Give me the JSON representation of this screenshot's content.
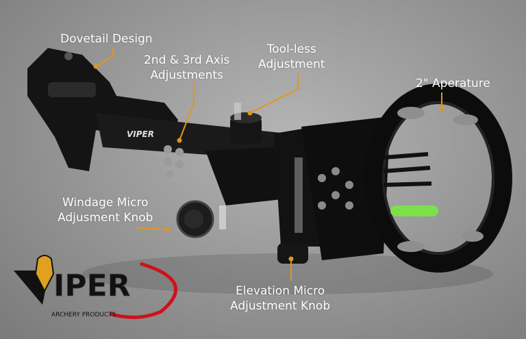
{
  "labels": {
    "dovetail": "Dovetail Design",
    "axis_line1": "2nd & 3rd Axis",
    "axis_line2": "Adjustments",
    "toolless_line1": "Tool-less",
    "toolless_line2": "Adjustment",
    "aperture": "2\" Aperature",
    "windage_line1": "Windage Micro",
    "windage_line2": "Adjusment Knob",
    "elevation_line1": "Elevation Micro",
    "elevation_line2": "Adjustment Knob"
  },
  "product_mark": "VIPER",
  "logo": {
    "wordmark": "VIPER",
    "tagline": "ARCHERY PRODUCTS"
  },
  "colors": {
    "leader": "#e0961e",
    "label": "#ffffff",
    "product": "#111111",
    "level_bubble": "#7de04a",
    "logo_red": "#d0101a"
  }
}
